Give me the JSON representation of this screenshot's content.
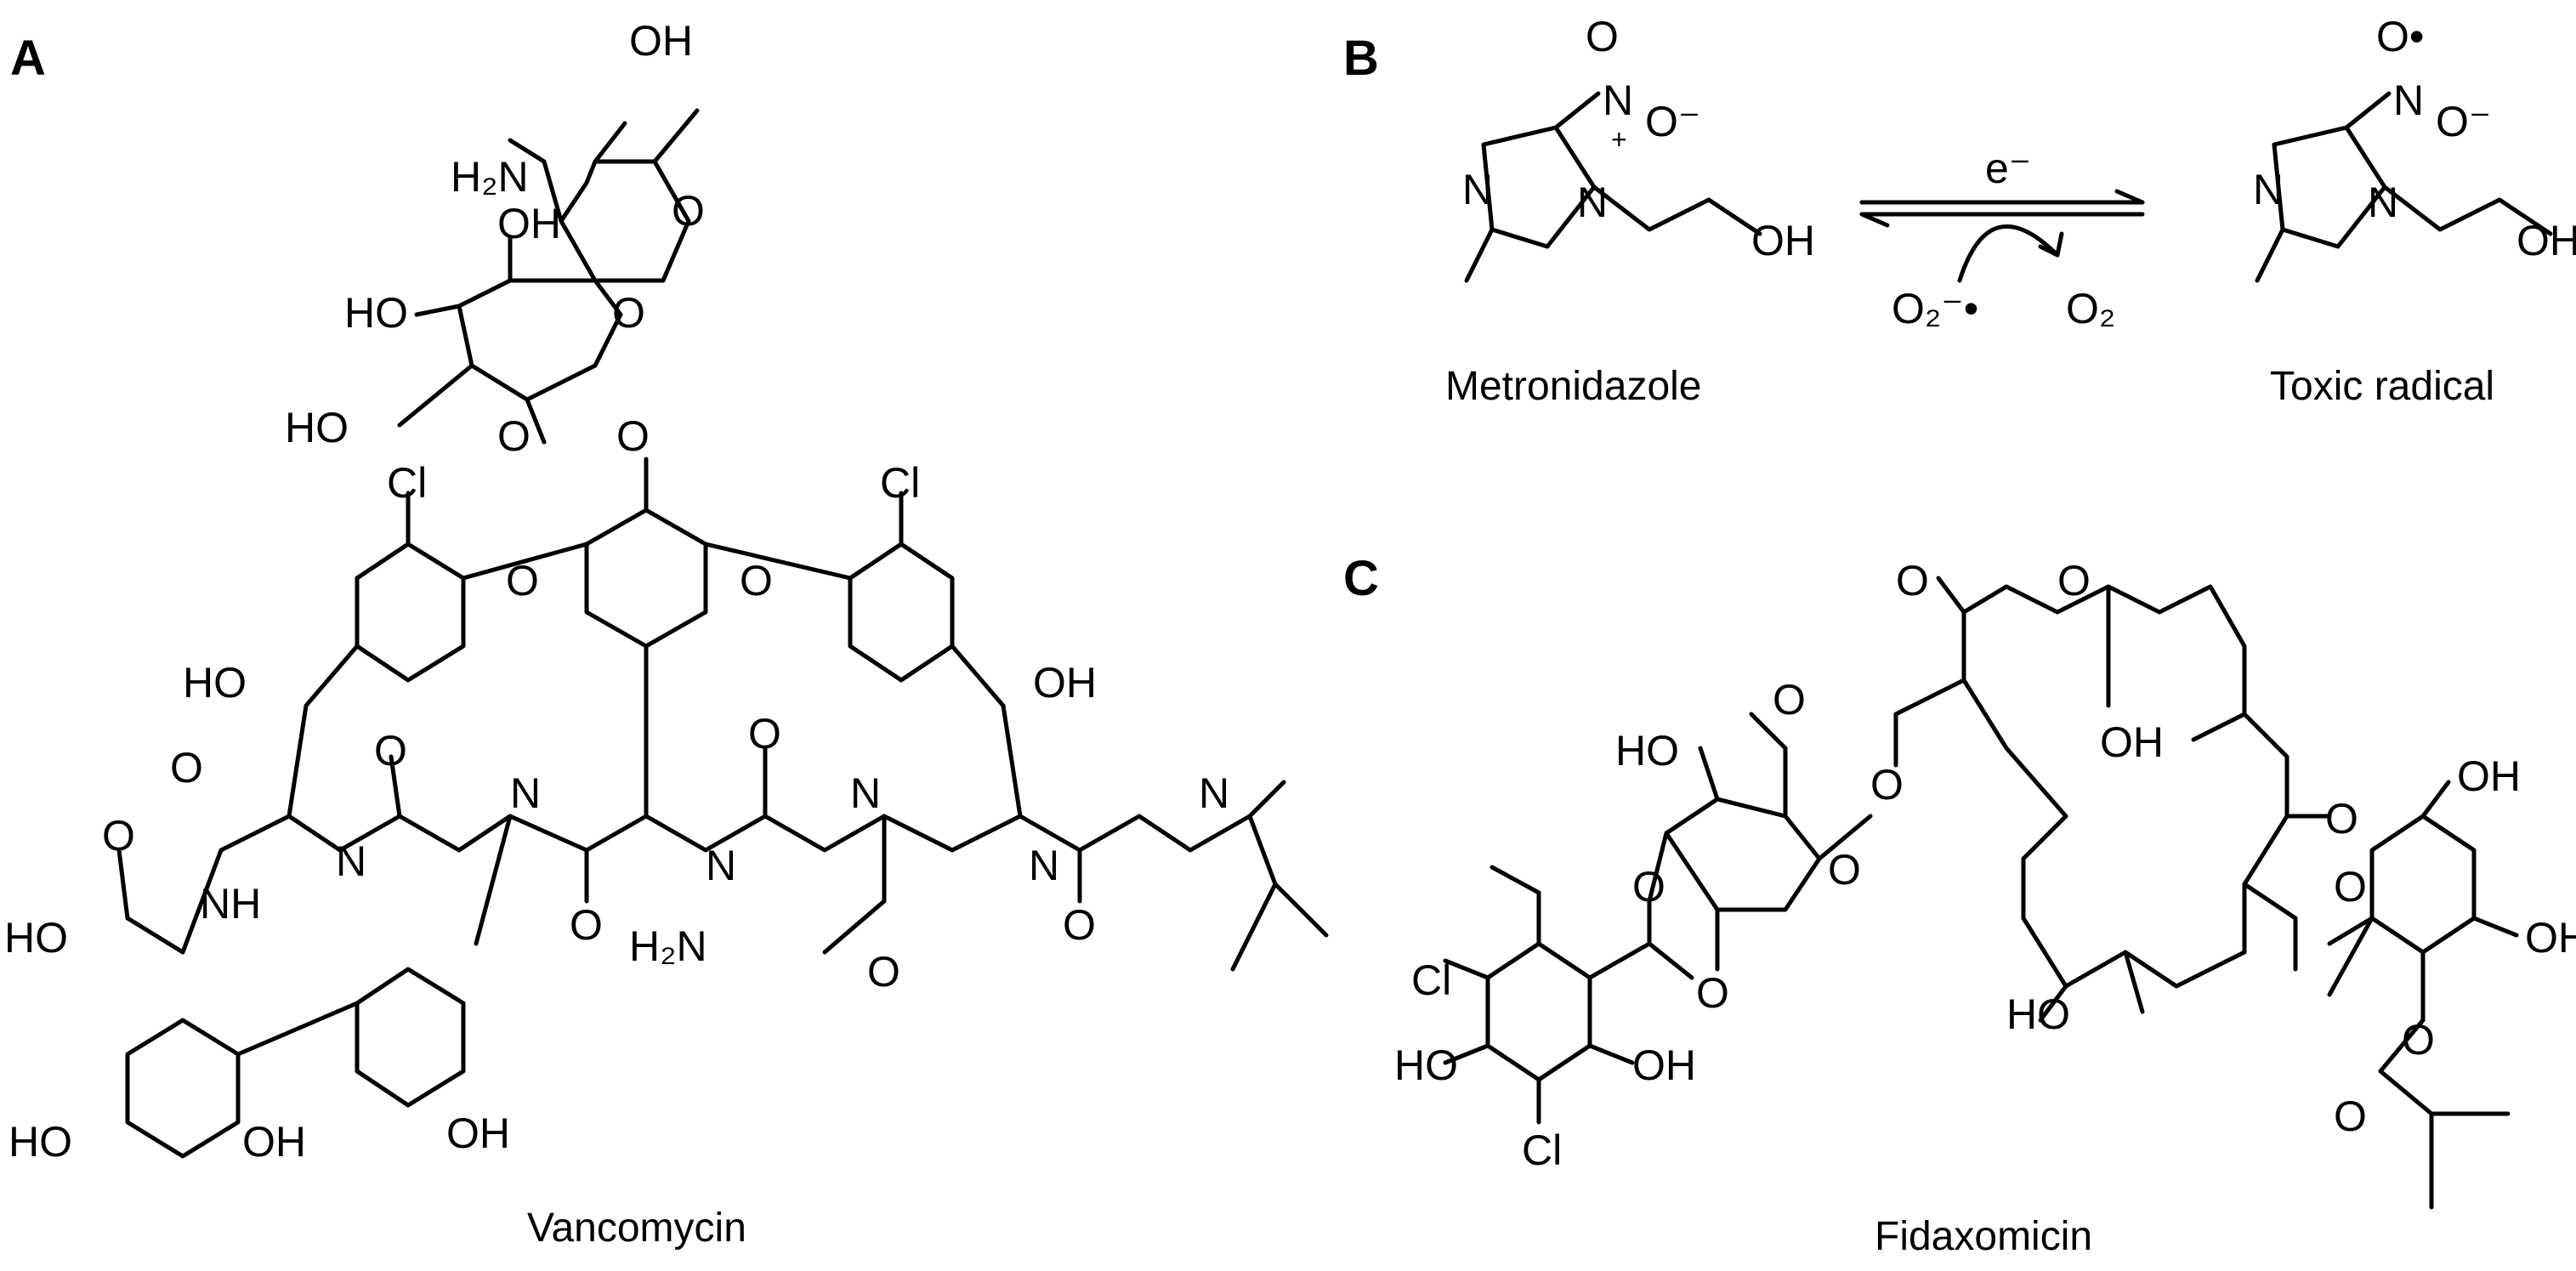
{
  "panels": [
    {
      "letter": "A",
      "caption": "Vancomycin"
    },
    {
      "letter": "B",
      "caption_left": "Metronidazole",
      "caption_right": "Toxic radical",
      "arrow_top": "e⁻",
      "arrow_left": "O₂⁻•",
      "arrow_right": "O₂"
    },
    {
      "letter": "C",
      "caption": "Fidaxomicin"
    }
  ],
  "colors": {
    "nitro": "#1515ff",
    "radical": "#ff1a1a",
    "bond": "#000000"
  },
  "atoms": {
    "oh": "OH",
    "ho": "HO",
    "cl": "Cl",
    "o": "O",
    "n": "N",
    "nh": "NH",
    "h": "H",
    "h2n": "H₂N",
    "hooc_ho": "HO",
    "nitro_o_minus": "O⁻",
    "nplus": "+",
    "o_dot": "O•"
  }
}
